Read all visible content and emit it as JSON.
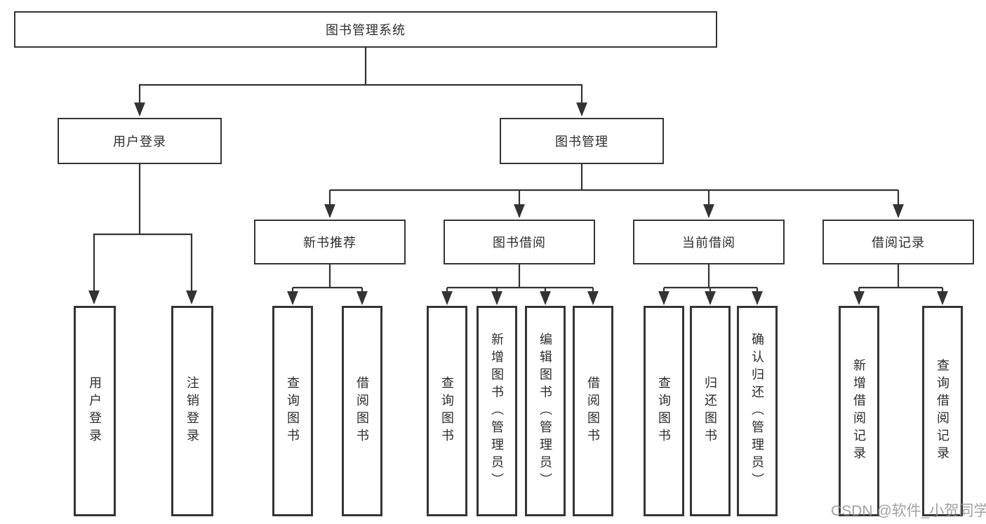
{
  "root": {
    "label": "图书管理系统"
  },
  "nodes": {
    "user_login": {
      "label": "用户登录",
      "children": [
        "用户登录",
        "注销登录"
      ]
    },
    "book_mgmt": {
      "label": "图书管理"
    },
    "new_books": {
      "label": "新书推荐",
      "children": [
        "查询图书",
        "借阅图书"
      ]
    },
    "borrowing": {
      "label": "图书借阅",
      "children": [
        "查询图书",
        "新增图书（管理员）",
        "编辑图书（管理员）",
        "借阅图书"
      ]
    },
    "current_loans": {
      "label": "当前借阅",
      "children": [
        "查询图书",
        "归还图书",
        "确认归还（管理员）"
      ]
    },
    "loan_records": {
      "label": "借阅记录",
      "children": [
        "新增借阅记录",
        "查询借阅记录"
      ]
    }
  },
  "watermark": "CSDN @软件_小贺同学",
  "colors": {
    "line": "#333333",
    "text": "#2d2d2d",
    "watermark": "#919191"
  }
}
